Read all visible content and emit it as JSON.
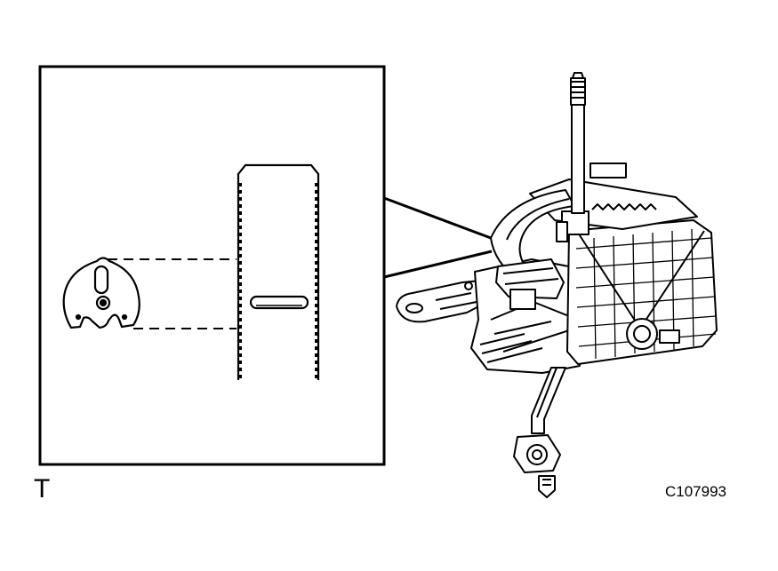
{
  "figure": {
    "view_label": "T",
    "figure_code": "C107993",
    "colors": {
      "line": "#000000",
      "background": "#ffffff",
      "tone": "#eeeeee"
    }
  },
  "parts": {
    "detail_box": "detail-inset",
    "plate": "detent-plate",
    "slotted_part": "slotted-strip",
    "assembly": "shift-lever-assembly"
  }
}
